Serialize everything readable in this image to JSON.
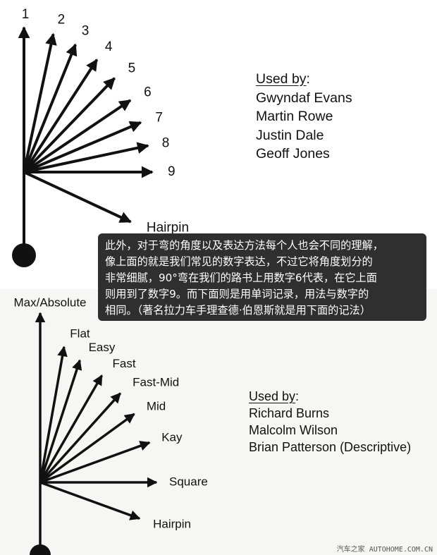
{
  "top_diagram": {
    "arrows": [
      {
        "label": "1",
        "angle": 0
      },
      {
        "label": "2",
        "angle": 12
      },
      {
        "label": "3",
        "angle": 22
      },
      {
        "label": "4",
        "angle": 33
      },
      {
        "label": "5",
        "angle": 44
      },
      {
        "label": "6",
        "angle": 56
      },
      {
        "label": "7",
        "angle": 67
      },
      {
        "label": "8",
        "angle": 78
      },
      {
        "label": "9",
        "angle": 90
      },
      {
        "label": "Hairpin",
        "angle": 115
      }
    ],
    "used_by": {
      "header": "Used by",
      "colon": ":",
      "names": [
        "Gwyndaf Evans",
        "Martin Rowe",
        "Justin Dale",
        "Geoff Jones"
      ]
    }
  },
  "caption": {
    "lines": [
      "此外，对于弯的角度以及表达方法每个人也会不同的理解，",
      "像上面的就是我们常见的数字表达，不过它将角度划分的",
      "非常细腻，90°弯在我们的路书上用数字6代表，在它上面",
      "则用到了数字9。而下面则是用单词记录，用法与数字的",
      "相同。（著名拉力车手理查德·伯恩斯就是用下面的记法）"
    ]
  },
  "bottom_diagram": {
    "arrows": [
      {
        "label": "Max/Absolute",
        "angle": 0
      },
      {
        "label": "Flat",
        "angle": 10
      },
      {
        "label": "Easy",
        "angle": 18
      },
      {
        "label": "Fast",
        "angle": 30
      },
      {
        "label": "Fast-Mid",
        "angle": 42
      },
      {
        "label": "Mid",
        "angle": 54
      },
      {
        "label": "Kay",
        "angle": 70
      },
      {
        "label": "Square",
        "angle": 90
      },
      {
        "label": "Hairpin",
        "angle": 110
      }
    ],
    "used_by": {
      "header": "Used by",
      "colon": ":",
      "names": [
        "Richard Burns",
        "Malcolm Wilson",
        "Brian Patterson (Descriptive)"
      ]
    }
  },
  "watermark": {
    "text": "汽车之家",
    "url": "AUTOHOME.COM.CN"
  },
  "colors": {
    "ink": "#111111",
    "caption_bg": "#2f2f2f",
    "caption_text": "#ffffff"
  }
}
